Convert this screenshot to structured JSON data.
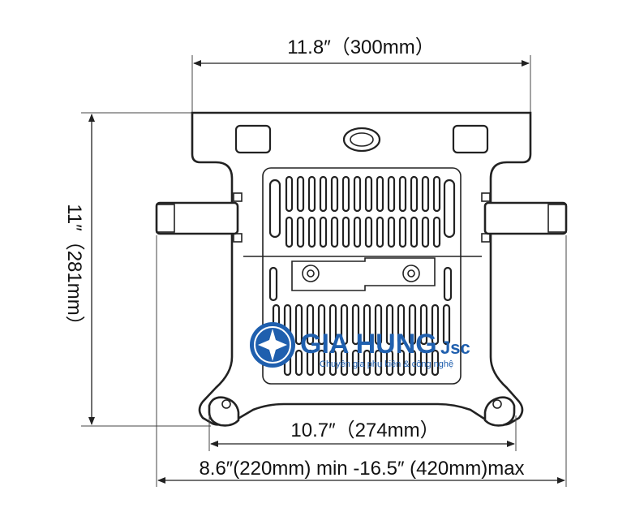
{
  "dimensions": {
    "top_width": "11.8″（300mm）",
    "height": "11″（281mm）",
    "inner_width": "10.7″（274mm）",
    "arm_range": "8.6″(220mm) min -16.5″ (420mm)max"
  },
  "watermark": {
    "brand": "GIA HUNG",
    "suffix": "Jsc",
    "tagline": "Chuyên gia phụ kiện & công nghệ",
    "brand_color": "#1f5fae"
  },
  "colors": {
    "line": "#222222",
    "background": "#ffffff"
  }
}
